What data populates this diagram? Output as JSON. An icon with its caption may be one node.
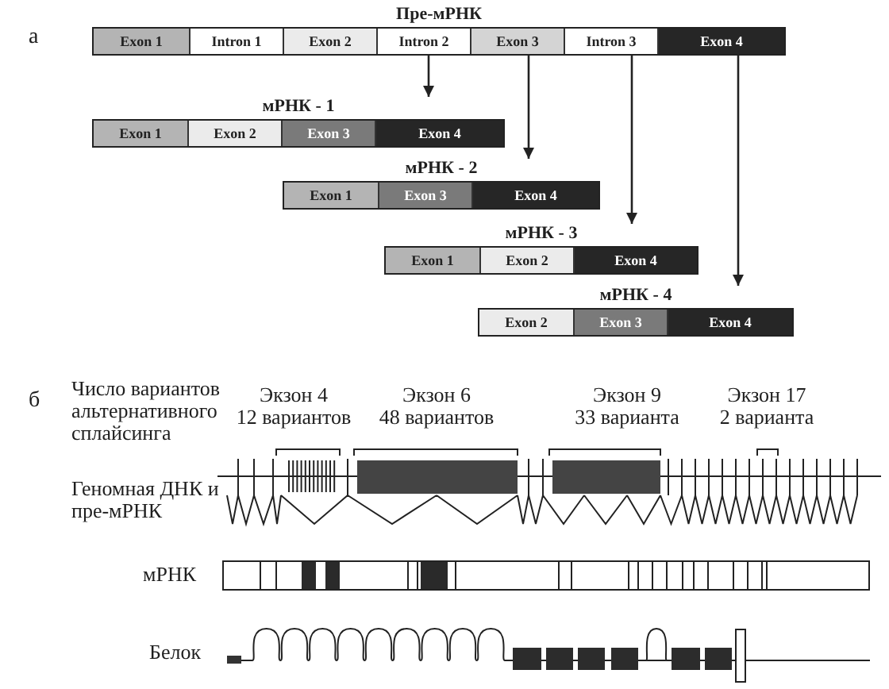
{
  "diagram": {
    "nodes": [
      {
        "text": [
          "Пре-мРНК"
        ]
      },
      {
        "text": [
          "Exon 1"
        ],
        "in": 0
      },
      {
        "text": [
          "Intron 1"
        ],
        "in": 0
      },
      {
        "text": [
          "Exon 2"
        ],
        "in": 0
      },
      {
        "text": [
          "Intron 2"
        ],
        "in": 0
      },
      {
        "text": [
          "Exon 3"
        ],
        "in": 0
      },
      {
        "text": [
          "Intron 3"
        ],
        "in": 0
      },
      {
        "text": [
          "Exon 4"
        ],
        "in": 0
      },
      {
        "text": [
          "мРНК - 1"
        ]
      },
      {
        "text": [
          "Exon 1"
        ],
        "in": 8
      },
      {
        "text": [
          "Exon 2"
        ],
        "in": 8
      },
      {
        "text": [
          "Exon 3"
        ],
        "in": 8
      },
      {
        "text": [
          "Exon 4"
        ],
        "in": 8
      },
      {
        "text": [
          "мРНК - 2"
        ]
      },
      {
        "text": [
          "Exon 1"
        ],
        "in": 13
      },
      {
        "text": [
          "Exon 3"
        ],
        "in": 13
      },
      {
        "text": [
          "Exon 4"
        ],
        "in": 13
      },
      {
        "text": [
          "мРНК - 3"
        ]
      },
      {
        "text": [
          "Exon 1"
        ],
        "in": 17
      },
      {
        "text": [
          "Exon 2"
        ],
        "in": 17
      },
      {
        "text": [
          "Exon 4"
        ],
        "in": 17
      },
      {
        "text": [
          "мРНК - 4"
        ]
      },
      {
        "text": [
          "Exon 2"
        ],
        "in": 21
      },
      {
        "text": [
          "Exon 3"
        ],
        "in": 21
      },
      {
        "text": [
          "Exon 4"
        ],
        "in": 21
      }
    ],
    "edges": [
      {
        "from": 0,
        "to": 8,
        "arrow": "to"
      },
      {
        "from": 0,
        "to": 13,
        "arrow": "to"
      },
      {
        "from": 0,
        "to": 17,
        "arrow": "to"
      },
      {
        "from": 0,
        "to": 21,
        "arrow": "to"
      }
    ],
    "labels": [
      "а",
      "б",
      "Число вариантов альтернативного сплайсинга",
      "Экзон 4",
      "12 вариантов",
      "Экзон 6",
      "48 вариантов",
      "Экзон 9",
      "33 варианта",
      "Экзон 17",
      "2 варианта",
      "Геномная ДНК и пре-мРНК",
      "мРНК",
      "Белок"
    ]
  }
}
